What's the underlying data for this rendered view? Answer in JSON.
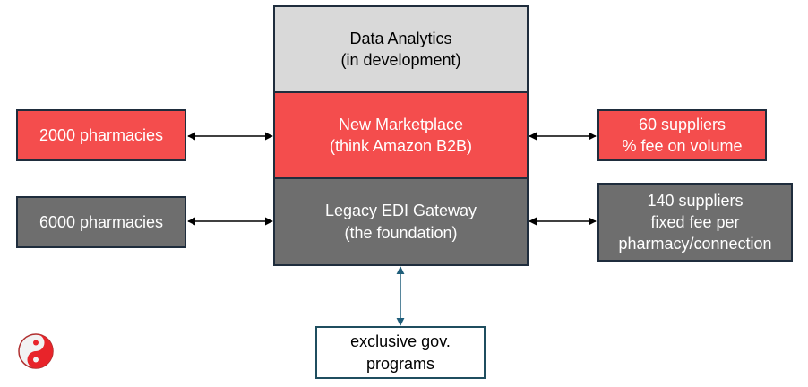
{
  "colors": {
    "red": "#f44d4d",
    "grey": "#6e6e6e",
    "light_grey": "#d9d9d9",
    "border": "#1f2d3d",
    "teal_connector": "#1f5e7a"
  },
  "center_stack": {
    "data_analytics": {
      "line1": "Data Analytics",
      "line2": "(in development)"
    },
    "marketplace": {
      "line1": "New Marketplace",
      "line2": "(think Amazon B2B)"
    },
    "legacy": {
      "line1": "Legacy EDI Gateway",
      "line2": "(the foundation)"
    }
  },
  "left": {
    "pharmacies_2000": "2000 pharmacies",
    "pharmacies_6000": "6000 pharmacies"
  },
  "right": {
    "suppliers_60": {
      "line1": "60 suppliers",
      "line2": "% fee on volume"
    },
    "suppliers_140": {
      "line1": "140 suppliers",
      "line2": "fixed fee per",
      "line3": "pharmacy/connection"
    }
  },
  "bottom": {
    "gov": {
      "line1": "exclusive gov.",
      "line2": "programs"
    }
  },
  "logo_icon": "yin-yang-icon"
}
